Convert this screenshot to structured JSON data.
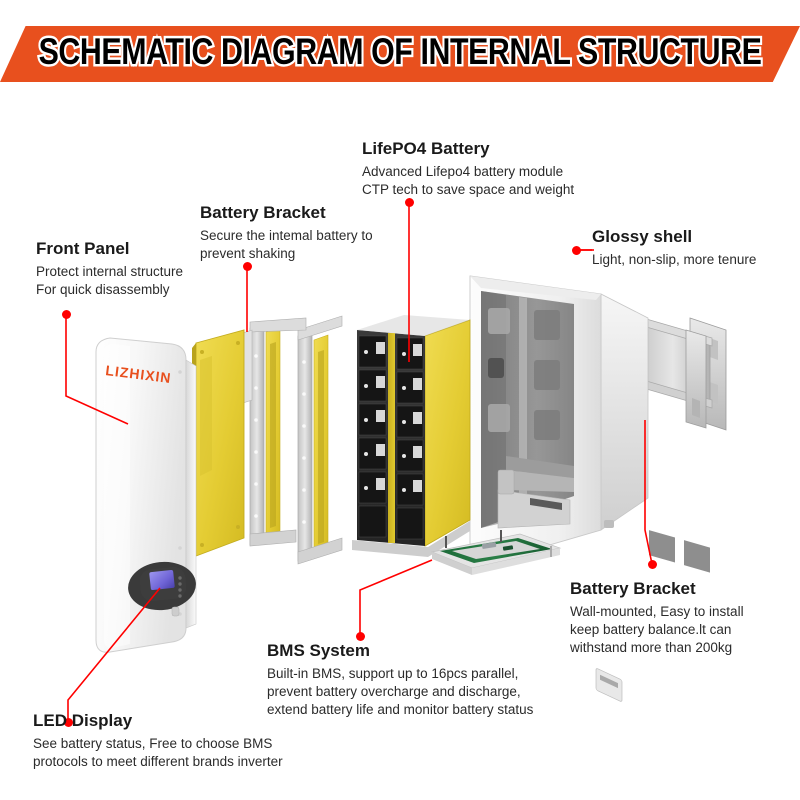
{
  "header": {
    "title": "SCHEMATIC DIAGRAM OF INTERNAL STRUCTURE",
    "banner_color": "#E8501E",
    "text_color": "#000000",
    "outline_color": "#FFFFFF"
  },
  "accent": {
    "leader_color": "#FF0000",
    "brand_color": "#E8501E",
    "battery_yellow": "#E8D23A",
    "shell_white": "#F2F2F2",
    "shell_gray": "#9B9B9B",
    "pcb_green": "#1E6B3A"
  },
  "brand": {
    "logo_text": "LIZHIXIN"
  },
  "callouts": [
    {
      "id": "front-panel",
      "title": "Front Panel",
      "desc": "Protect internal structure\nFor quick disassembly"
    },
    {
      "id": "battery-bracket-left",
      "title": "Battery Bracket",
      "desc": "Secure the intemal battery to\nprevent shaking"
    },
    {
      "id": "lifepo4-battery",
      "title": "LifePO4 Battery",
      "desc": "Advanced Lifepo4 battery module\nCTP tech to save space and weight"
    },
    {
      "id": "glossy-shell",
      "title": "Glossy shell",
      "desc": "Light, non-slip, more tenure"
    },
    {
      "id": "battery-bracket-right",
      "title": "Battery Bracket",
      "desc": "Wall-mounted, Easy to install\nkeep battery balance.lt can\nwithstand more than 200kg"
    },
    {
      "id": "bms-system",
      "title": "BMS System",
      "desc": "Built-in BMS, support up to 16pcs parallel,\nprevent battery overcharge and discharge,\nextend battery life and monitor battery status"
    },
    {
      "id": "led-display",
      "title": "LED Display",
      "desc": "See battery status, Free to choose BMS\nprotocols to meet different brands inverter"
    }
  ],
  "parts": [
    {
      "id": "front-panel-part",
      "name": "front panel slab"
    },
    {
      "id": "insulation-plate-part",
      "name": "yellow insulation plate"
    },
    {
      "id": "bracket-part-1",
      "name": "battery bracket frame 1"
    },
    {
      "id": "bracket-part-2",
      "name": "battery bracket frame 2"
    },
    {
      "id": "battery-module-part",
      "name": "LiFePO4 battery module"
    },
    {
      "id": "bms-board-part",
      "name": "BMS circuit board"
    },
    {
      "id": "shell-part",
      "name": "glossy outer shell"
    },
    {
      "id": "wall-bracket-part",
      "name": "wall mount bracket"
    }
  ]
}
